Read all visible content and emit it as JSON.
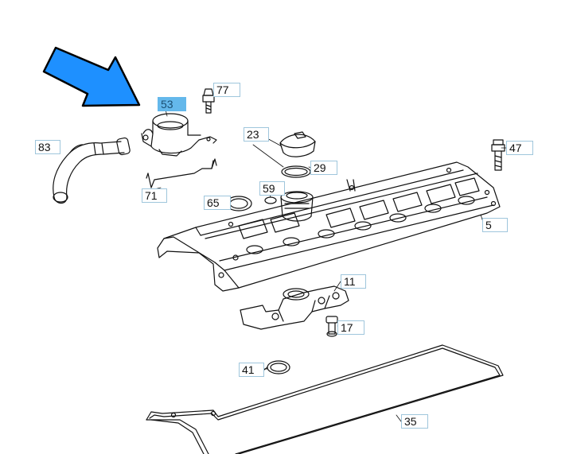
{
  "accent_color": "#1e90ff",
  "highlight_color": "#64b8eb",
  "labels": {
    "p53": "53",
    "p77": "77",
    "p83": "83",
    "p23": "23",
    "p29": "29",
    "p47": "47",
    "p71": "71",
    "p65": "65",
    "p59": "59",
    "p5": "5",
    "p11": "11",
    "p17": "17",
    "p41": "41",
    "p35": "35"
  }
}
